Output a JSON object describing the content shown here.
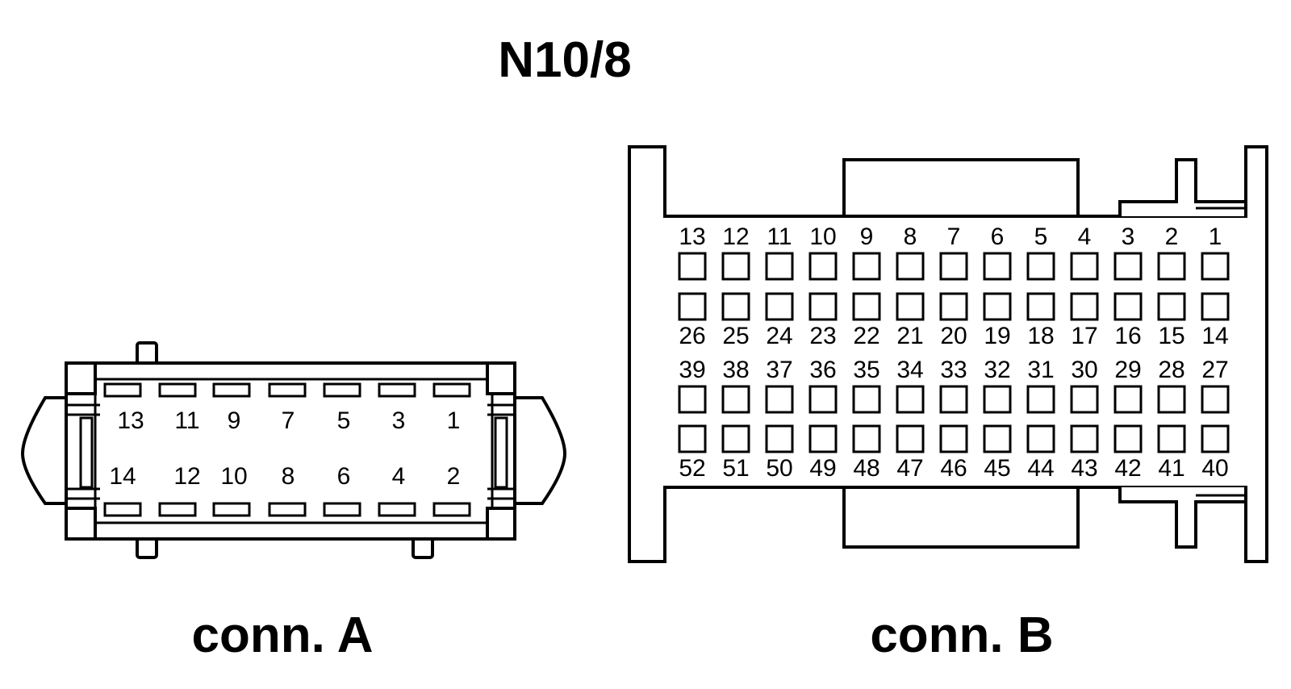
{
  "title": "N10/8",
  "connector_a": {
    "caption": "conn. A",
    "top_row_pins": [
      "13",
      "11",
      "9",
      "7",
      "5",
      "3",
      "1"
    ],
    "bottom_row_pins": [
      "14",
      "12",
      "10",
      "8",
      "6",
      "4",
      "2"
    ]
  },
  "connector_b": {
    "caption": "conn. B",
    "row1_pins": [
      "13",
      "12",
      "11",
      "10",
      "9",
      "8",
      "7",
      "6",
      "5",
      "4",
      "3",
      "2",
      "1"
    ],
    "row2_pins": [
      "26",
      "25",
      "24",
      "23",
      "22",
      "21",
      "20",
      "19",
      "18",
      "17",
      "16",
      "15",
      "14"
    ],
    "row3_pins": [
      "39",
      "38",
      "37",
      "36",
      "35",
      "34",
      "33",
      "32",
      "31",
      "30",
      "29",
      "28",
      "27"
    ],
    "row4_pins": [
      "52",
      "51",
      "50",
      "49",
      "48",
      "47",
      "46",
      "45",
      "44",
      "43",
      "42",
      "41",
      "40"
    ]
  },
  "colors": {
    "line": "#000000",
    "background": "#ffffff"
  }
}
